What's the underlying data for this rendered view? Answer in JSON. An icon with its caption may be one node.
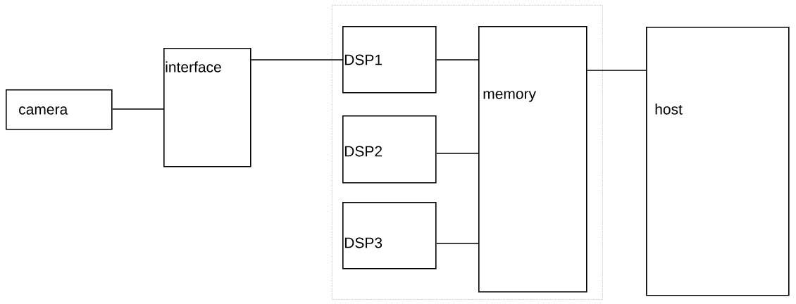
{
  "diagram": {
    "nodes": [
      {
        "text": [
          "camera"
        ]
      },
      {
        "text": [
          "interface"
        ]
      },
      {
        "text": [],
        "shape": "box"
      },
      {
        "text": [
          "DSP1"
        ],
        "in": 2
      },
      {
        "text": [
          "DSP2"
        ],
        "in": 2
      },
      {
        "text": [
          "DSP3"
        ],
        "in": 2
      },
      {
        "text": [
          "memory"
        ],
        "in": 2
      },
      {
        "text": [
          "host"
        ]
      }
    ],
    "edges": [
      {
        "from": 0,
        "to": 1,
        "arrow": "none"
      },
      {
        "from": 1,
        "to": 3,
        "arrow": "none"
      },
      {
        "from": 3,
        "to": 6,
        "arrow": "none"
      },
      {
        "from": 4,
        "to": 6,
        "arrow": "none"
      },
      {
        "from": 5,
        "to": 6,
        "arrow": "none"
      },
      {
        "from": 6,
        "to": 7,
        "arrow": "none"
      }
    ]
  }
}
